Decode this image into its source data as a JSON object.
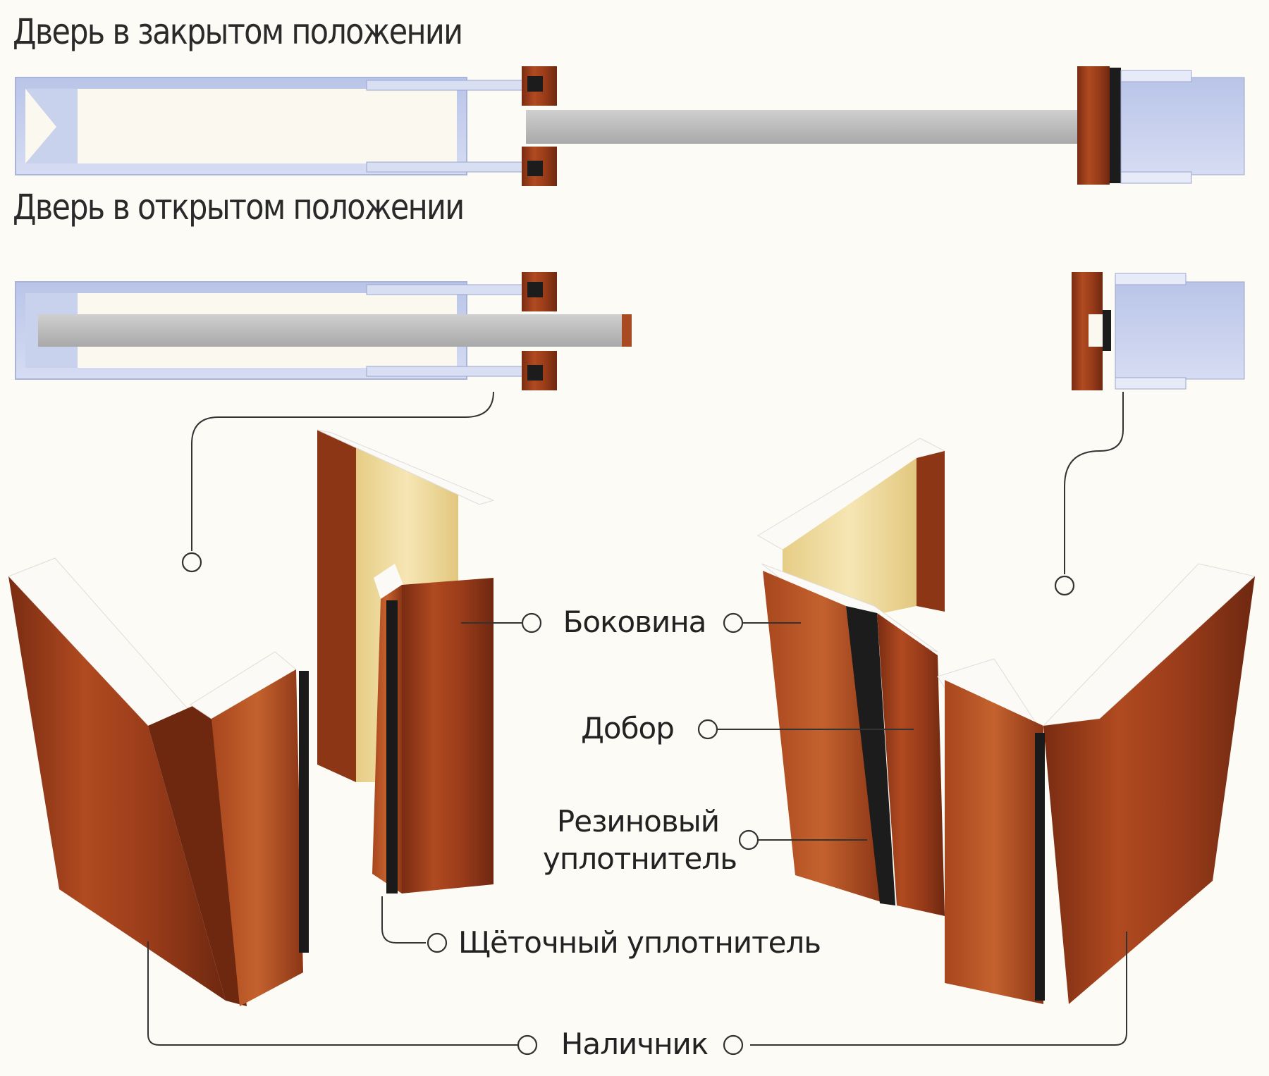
{
  "headings": {
    "closed": "Дверь в закрытом положении",
    "open": "Дверь в открытом положении"
  },
  "labels": {
    "side": "Боковина",
    "extension": "Добор",
    "rubber_seal_line1": "Резиновый",
    "rubber_seal_line2": "уплотнитель",
    "brush_seal": "Щёточный уплотнитель",
    "trim": "Наличник"
  },
  "colors": {
    "wood": "#9c3e1c",
    "wood_dark": "#6e2a12",
    "wood_light": "#c25a2c",
    "panel": "#c4c4c4",
    "pocket": "#c9d2ec",
    "light_wood": "#f0dc9e",
    "seal": "#1c1c1c",
    "line": "#333333"
  },
  "icons": {
    "callout_marker": "circle-marker"
  }
}
